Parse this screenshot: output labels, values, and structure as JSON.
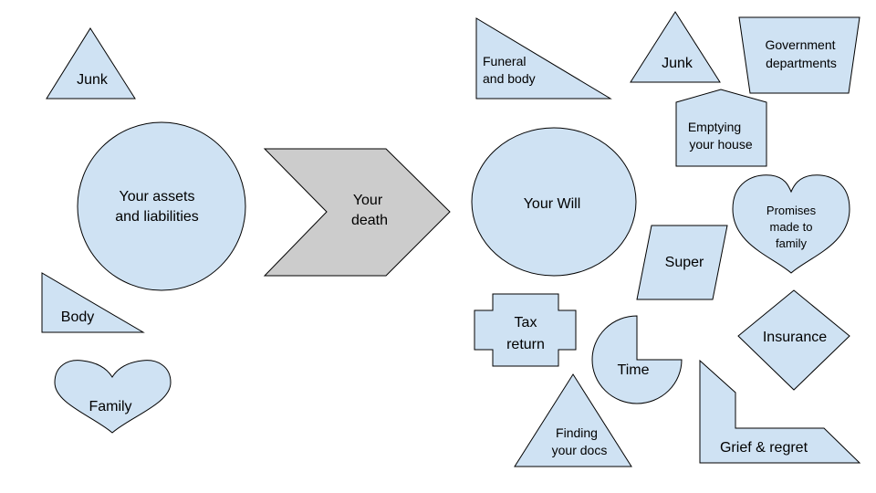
{
  "colors": {
    "shape_fill": "#cfe2f3",
    "arrow_fill": "#cccccc",
    "outline": "#000000",
    "background": "#ffffff"
  },
  "left": {
    "junk": "Junk",
    "assets": [
      "Your assets",
      "and liabilities"
    ],
    "body": "Body",
    "family": "Family"
  },
  "arrow": [
    "Your",
    "death"
  ],
  "right": {
    "funeral": [
      "Funeral",
      "and body"
    ],
    "junk": "Junk",
    "government": [
      "Government",
      "departments"
    ],
    "emptying": [
      "Emptying",
      "your house"
    ],
    "will": "Your Will",
    "promises": [
      "Promises",
      "made to",
      "family"
    ],
    "super": "Super",
    "tax": [
      "Tax",
      "return"
    ],
    "time": "Time",
    "insurance": "Insurance",
    "finding": [
      "Finding",
      "your docs"
    ],
    "grief": "Grief & regret"
  }
}
